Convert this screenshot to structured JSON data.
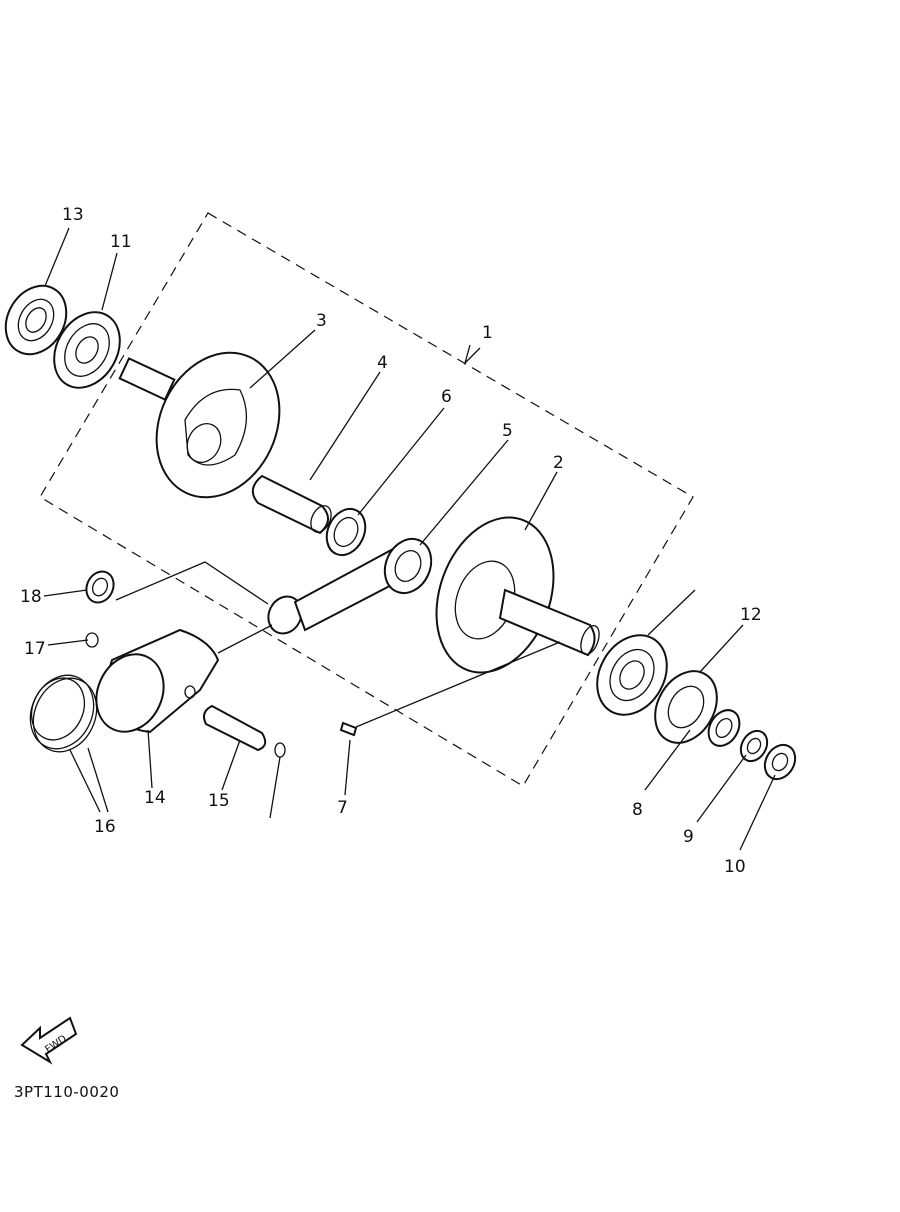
{
  "callouts": [
    {
      "number": "1",
      "part": "crankshaft-assembly"
    },
    {
      "number": "2",
      "part": "crank-half-right"
    },
    {
      "number": "3",
      "part": "crank-half-left"
    },
    {
      "number": "4",
      "part": "crank-pin"
    },
    {
      "number": "5",
      "part": "connecting-rod"
    },
    {
      "number": "6",
      "part": "bearing"
    },
    {
      "number": "7",
      "part": "key"
    },
    {
      "number": "8",
      "part": "washer"
    },
    {
      "number": "9",
      "part": "lock-washer"
    },
    {
      "number": "10",
      "part": "nut"
    },
    {
      "number": "11",
      "part": "bearing"
    },
    {
      "number": "12",
      "part": "oil-seal"
    },
    {
      "number": "13",
      "part": "oil-seal"
    },
    {
      "number": "14",
      "part": "piston"
    },
    {
      "number": "15",
      "part": "piston-pin"
    },
    {
      "number": "16",
      "part": "piston-ring-set"
    },
    {
      "number": "17",
      "part": "piston-pin-clip"
    },
    {
      "number": "18",
      "part": "bearing"
    }
  ],
  "fwd_label": "FWD",
  "reference_code": "3PT110-0020"
}
